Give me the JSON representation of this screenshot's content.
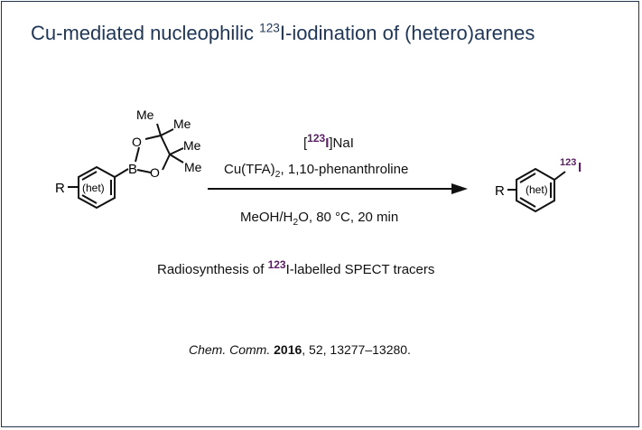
{
  "title": {
    "prefix": "Cu-mediated nucleophilic ",
    "isotope": "123",
    "suffix": "I-iodination of (hetero)arenes"
  },
  "reactant": {
    "r_label": "R",
    "het_label": "(het)",
    "boron": "B",
    "oxygen1": "O",
    "oxygen2": "O",
    "methyl1": "Me",
    "methyl2": "Me",
    "methyl3": "Me",
    "methyl4": "Me"
  },
  "product": {
    "r_label": "R",
    "het_label": "(het)",
    "isotope": "123",
    "iodine": "I"
  },
  "conditions": {
    "reagent_open": "[",
    "reagent_isotope": "123",
    "reagent_i": "I",
    "reagent_close": "]NaI",
    "catalyst_prefix": "Cu(TFA)",
    "catalyst_sub": "2",
    "catalyst_suffix": ", 1,10-phenanthroline",
    "solvent_prefix": "MeOH/H",
    "solvent_sub": "2",
    "solvent_suffix": "O, 80 °C, 20 min"
  },
  "subtitle": {
    "prefix": "Radiosynthesis of ",
    "isotope": "123",
    "suffix": "I-labelled SPECT tracers"
  },
  "citation": {
    "journal": "Chem. Comm.",
    "year": "2016",
    "rest": ", 52, 13277–13280."
  },
  "colors": {
    "title": "#1f3656",
    "border": "#23344f",
    "isotope_label": "#5a1f63"
  }
}
